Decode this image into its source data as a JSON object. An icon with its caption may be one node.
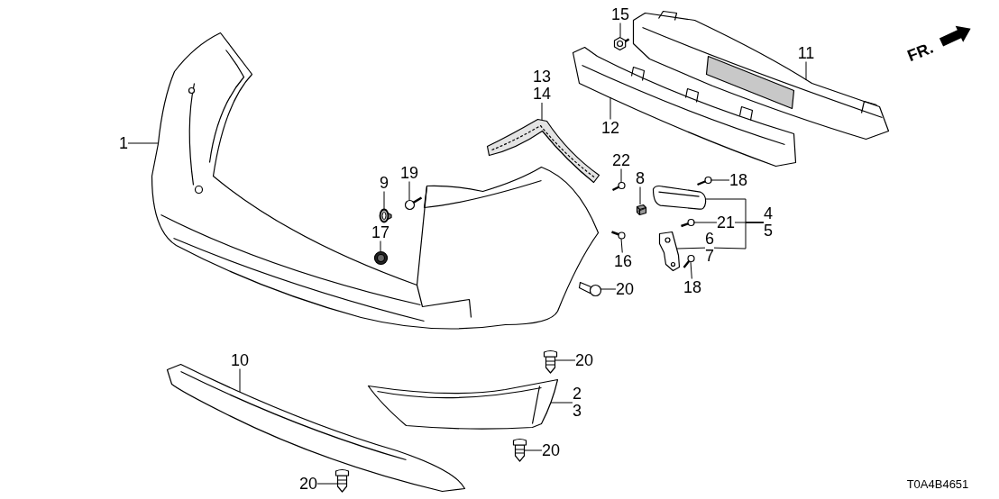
{
  "diagram": {
    "nodes": [
      {
        "text": [
          "1"
        ]
      },
      {
        "text": [
          "9"
        ]
      },
      {
        "text": [
          "17"
        ]
      },
      {
        "text": [
          "19"
        ]
      },
      {
        "text": [
          "13",
          "14"
        ]
      },
      {
        "text": [
          "15"
        ]
      },
      {
        "text": [
          "11"
        ]
      },
      {
        "text": [
          "12"
        ]
      },
      {
        "text": [
          "22"
        ]
      },
      {
        "text": [
          "8"
        ]
      },
      {
        "text": [
          "18"
        ]
      },
      {
        "text": [
          "4",
          "5"
        ]
      },
      {
        "text": [
          "21"
        ]
      },
      {
        "text": [
          "6",
          "7"
        ]
      },
      {
        "text": [
          "18"
        ]
      },
      {
        "text": [
          "16"
        ]
      },
      {
        "text": [
          "20"
        ]
      },
      {
        "text": [
          "10"
        ]
      },
      {
        "text": [
          "20"
        ]
      },
      {
        "text": [
          "2",
          "3"
        ]
      },
      {
        "text": [
          "20"
        ]
      },
      {
        "text": [
          "20"
        ]
      },
      {
        "text": [],
        "shape": "picture"
      },
      {
        "text": [],
        "shape": "picture"
      },
      {
        "text": [],
        "shape": "picture"
      },
      {
        "text": [],
        "shape": "picture"
      },
      {
        "text": [],
        "shape": "picture"
      },
      {
        "text": [],
        "shape": "picture"
      },
      {
        "text": [],
        "shape": "picture"
      },
      {
        "text": [],
        "shape": "picture"
      },
      {
        "text": [],
        "shape": "picture"
      },
      {
        "text": [],
        "shape": "picture"
      },
      {
        "text": [],
        "shape": "picture"
      },
      {
        "text": [],
        "shape": "picture"
      },
      {
        "text": [],
        "shape": "picture"
      },
      {
        "text": [],
        "shape": "picture"
      },
      {
        "text": [],
        "shape": "picture"
      },
      {
        "text": [],
        "shape": "picture"
      },
      {
        "text": [],
        "shape": "picture"
      },
      {
        "text": [],
        "shape": "picture"
      },
      {
        "text": [],
        "shape": "picture"
      },
      {
        "text": [],
        "shape": "picture"
      },
      {
        "text": [],
        "shape": "picture"
      },
      {
        "text": [],
        "shape": "picture"
      }
    ],
    "edges": [
      {
        "from": 0,
        "to": 22,
        "arrow": "none"
      },
      {
        "from": 1,
        "to": 23,
        "arrow": "none"
      },
      {
        "from": 2,
        "to": 24,
        "arrow": "none"
      },
      {
        "from": 3,
        "to": 25,
        "arrow": "none"
      },
      {
        "from": 4,
        "to": 26,
        "arrow": "none"
      },
      {
        "from": 5,
        "to": 27,
        "arrow": "none"
      },
      {
        "from": 6,
        "to": 28,
        "arrow": "none"
      },
      {
        "from": 7,
        "to": 29,
        "arrow": "none"
      },
      {
        "from": 8,
        "to": 30,
        "arrow": "none"
      },
      {
        "from": 9,
        "to": 31,
        "arrow": "none"
      },
      {
        "from": 10,
        "to": 32,
        "arrow": "none"
      },
      {
        "from": 11,
        "to": 33,
        "arrow": "none"
      },
      {
        "from": 11,
        "to": 12,
        "arrow": "none"
      },
      {
        "from": 11,
        "to": 13,
        "arrow": "none"
      },
      {
        "from": 13,
        "to": 35,
        "arrow": "none"
      },
      {
        "from": 12,
        "to": 34,
        "arrow": "none"
      },
      {
        "from": 14,
        "to": 36,
        "arrow": "none"
      },
      {
        "from": 15,
        "to": 37,
        "arrow": "none"
      },
      {
        "from": 16,
        "to": 38,
        "arrow": "none"
      },
      {
        "from": 17,
        "to": 39,
        "arrow": "none"
      },
      {
        "from": 18,
        "to": 40,
        "arrow": "none"
      },
      {
        "from": 19,
        "to": 41,
        "arrow": "none"
      },
      {
        "from": 20,
        "to": 42,
        "arrow": "none"
      },
      {
        "from": 21,
        "to": 43,
        "arrow": "none"
      }
    ],
    "labels": [
      "FR.",
      "T0A4B4651"
    ]
  }
}
